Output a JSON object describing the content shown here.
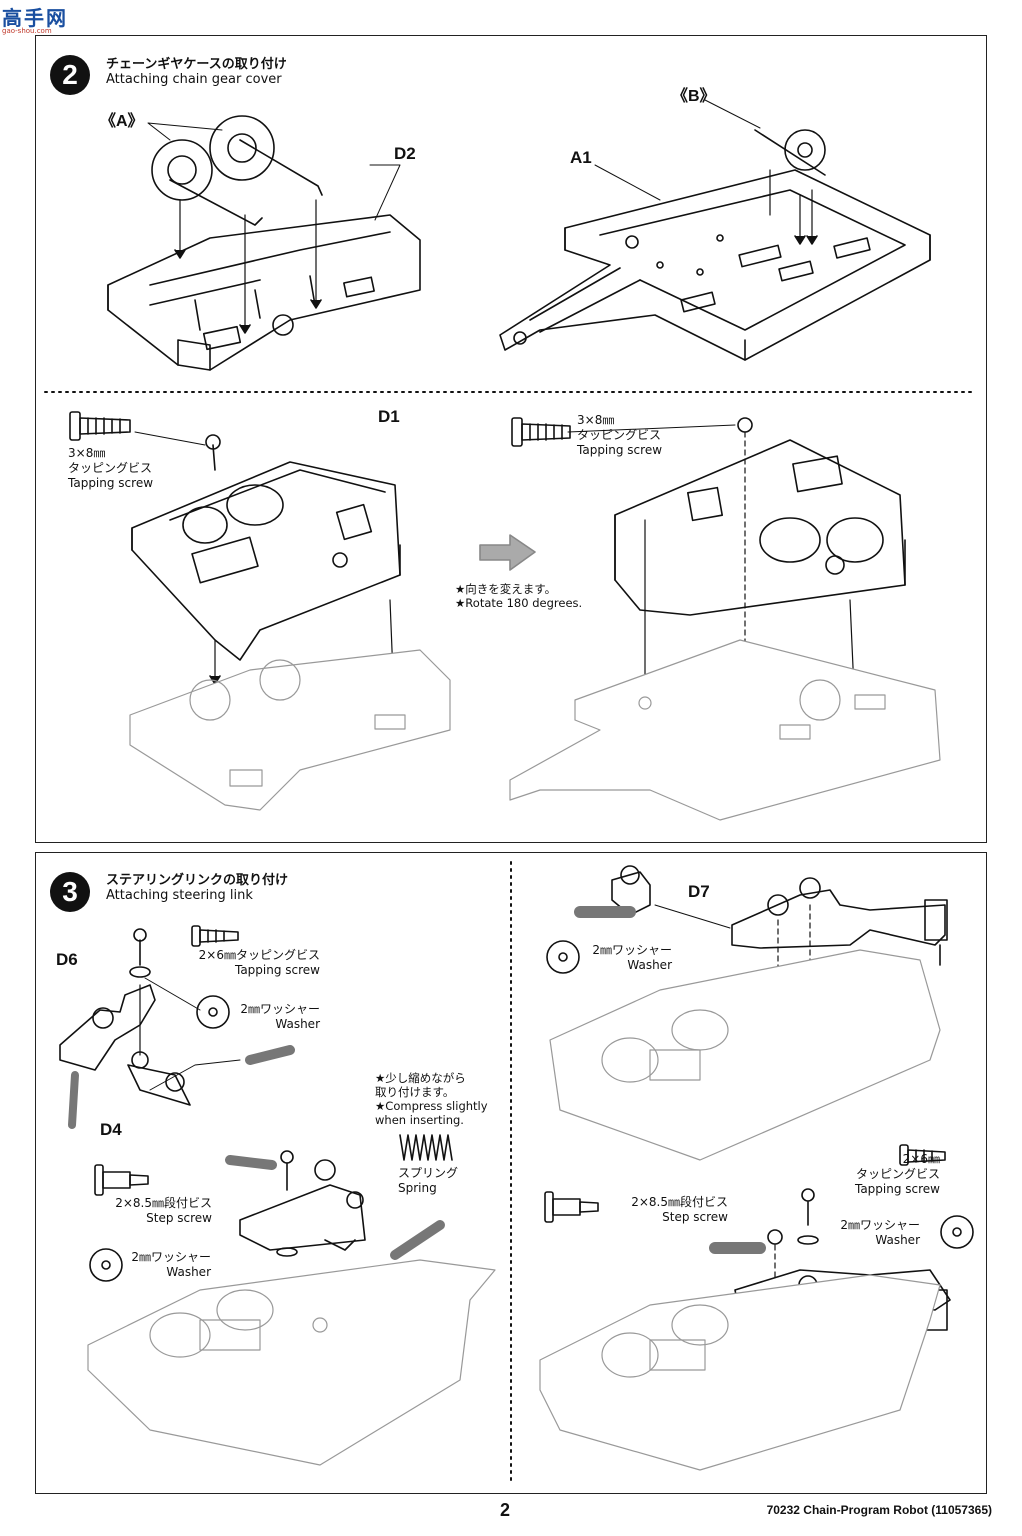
{
  "logo": {
    "main": "高手网",
    "sub": "gao-shou.com"
  },
  "step2": {
    "number": "2",
    "title_jp": "チェーンギヤケースの取り付け",
    "title_en": "Attaching chain gear cover",
    "label_a": "《A》",
    "label_b": "《B》",
    "part_d2": "D2",
    "part_a1": "A1",
    "part_d1": "D1",
    "screw_left": {
      "size": "3×8㎜",
      "jp": "タッピングビス",
      "en": "Tapping screw"
    },
    "screw_right": {
      "size": "3×8㎜",
      "jp": "タッピングビス",
      "en": "Tapping screw"
    },
    "note_jp": "★向きを変えます。",
    "note_en": "★Rotate 180 degrees."
  },
  "step3": {
    "number": "3",
    "title_jp": "ステアリングリンクの取り付け",
    "title_en": "Attaching steering link",
    "part_d6": "D6",
    "part_d4": "D4",
    "part_d7": "D7",
    "screw_2x6_left": {
      "jp": "2×6㎜タッピングビス",
      "en": "Tapping screw"
    },
    "washer_1": {
      "jp": "2㎜ワッシャー",
      "en": "Washer"
    },
    "spring_note": {
      "l1": "★少し縮めながら",
      "l2": "取り付けます。",
      "l3": "★Compress slightly",
      "l4": "when inserting."
    },
    "spring": {
      "jp": "スプリング",
      "en": "Spring"
    },
    "step_screw_left": {
      "jp": "2×8.5㎜段付ビス",
      "en": "Step screw"
    },
    "washer_2": {
      "jp": "2㎜ワッシャー",
      "en": "Washer"
    },
    "washer_3": {
      "jp": "2㎜ワッシャー",
      "en": "Washer"
    },
    "screw_2x6_right": {
      "l1": "2×6㎜",
      "jp": "タッピングビス",
      "en": "Tapping screw"
    },
    "step_screw_right": {
      "jp": "2×8.5㎜段付ビス",
      "en": "Step screw"
    },
    "washer_4": {
      "jp": "2㎜ワッシャー",
      "en": "Washer"
    }
  },
  "footer": {
    "page": "2",
    "product": "70232  Chain-Program Robot (11057365)"
  }
}
